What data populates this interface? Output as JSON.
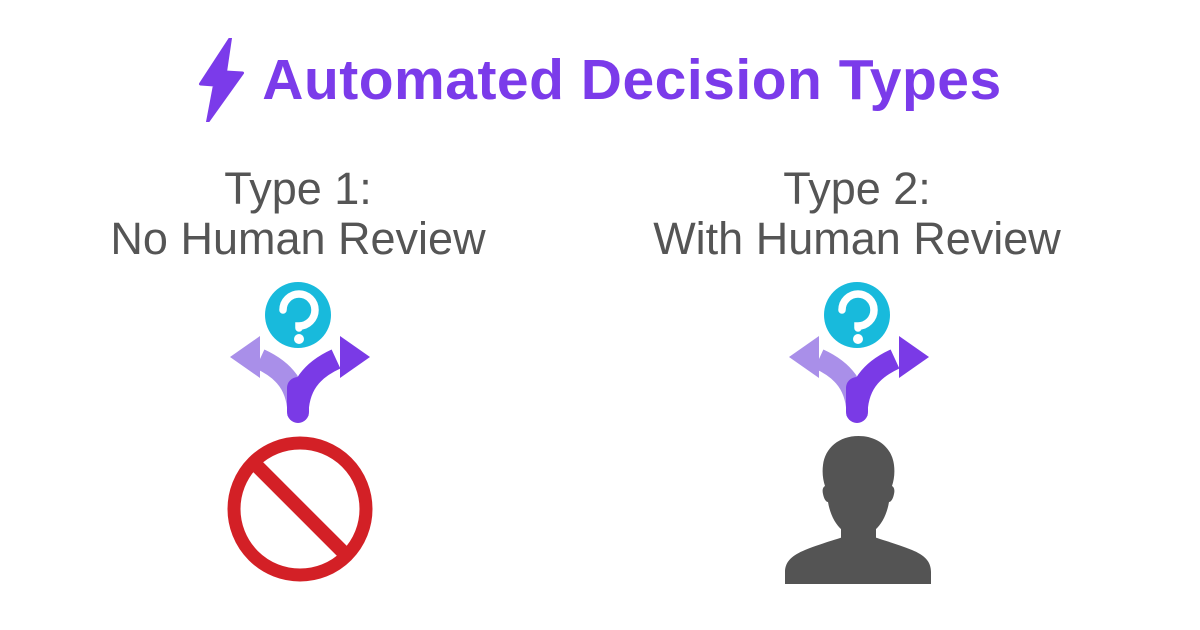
{
  "header": {
    "title": "Automated Decision Types",
    "icon": "lightning-bolt"
  },
  "columns": [
    {
      "id": "type1",
      "title_line1": "Type 1:",
      "title_line2": "No Human Review",
      "decision_icon": "branching-arrows-with-question-mark",
      "outcome_icon": "prohibition-sign"
    },
    {
      "id": "type2",
      "title_line1": "Type 2:",
      "title_line2": "With Human Review",
      "decision_icon": "branching-arrows-with-question-mark",
      "outcome_icon": "person-silhouette"
    }
  ],
  "colors": {
    "accent_purple": "#7B3BEA",
    "arrow_dark_purple": "#7A3AE6",
    "arrow_light_purple": "#A98FE9",
    "question_circle_cyan": "#18BADC",
    "question_mark_white": "#FFFFFF",
    "prohibition_red": "#D32026",
    "person_gray": "#545454",
    "heading_gray": "#555555",
    "background": "#FFFFFF"
  }
}
